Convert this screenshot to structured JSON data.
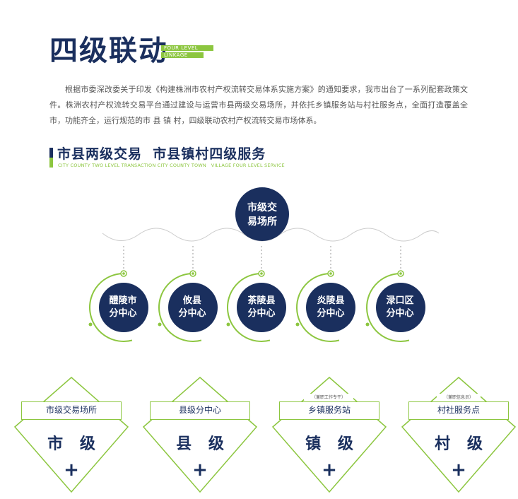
{
  "header": {
    "title": "四级联动",
    "tag_line1": "FOUR LEVEL",
    "tag_line2": "LINKAGE"
  },
  "intro": "根据市委深改委关于印发《构建株洲市农村产权流转交易体系实施方案》的通知要求，我市出台了一系列配套政策文件。株洲农村产权流转交易平台通过建设与运营市县两级交易场所，并依托乡镇服务站与村社服务点，全面打造覆盖全市，功能齐全，运行规范的市 县 镇 村，四级联动农村产权流转交易市场体系。",
  "section": {
    "title": "市县两级交易  市县镇村四级服务",
    "subtitle": "CITY COUNTY TWO LEVEL TRANSACTION CITY COUNTY TOWN   VILLAGE FOUR LEVEL SERVICE"
  },
  "diagram": {
    "top_node": {
      "line1": "市级交",
      "line2": "易场所"
    },
    "sub_nodes": [
      {
        "line1": "醴陵市",
        "line2": "分中心"
      },
      {
        "line1": "攸县",
        "line2": "分中心"
      },
      {
        "line1": "茶陵县",
        "line2": "分中心"
      },
      {
        "line1": "炎陵县",
        "line2": "分中心"
      },
      {
        "line1": "渌口区",
        "line2": "分中心"
      }
    ],
    "colors": {
      "navy": "#1a2f5e",
      "green": "#8cc63f"
    }
  },
  "levels": [
    {
      "label": "市级交易场所",
      "note": "",
      "name": "市 级",
      "plus": "+"
    },
    {
      "label": "县级分中心",
      "note": "",
      "name": "县 级",
      "plus": "+"
    },
    {
      "label": "乡镇服务站",
      "note": "（兼职工作专干）",
      "name": "镇 级",
      "plus": "+"
    },
    {
      "label": "村社服务点",
      "note": "（兼职信息员）",
      "name": "村 级",
      "plus": "+"
    }
  ]
}
